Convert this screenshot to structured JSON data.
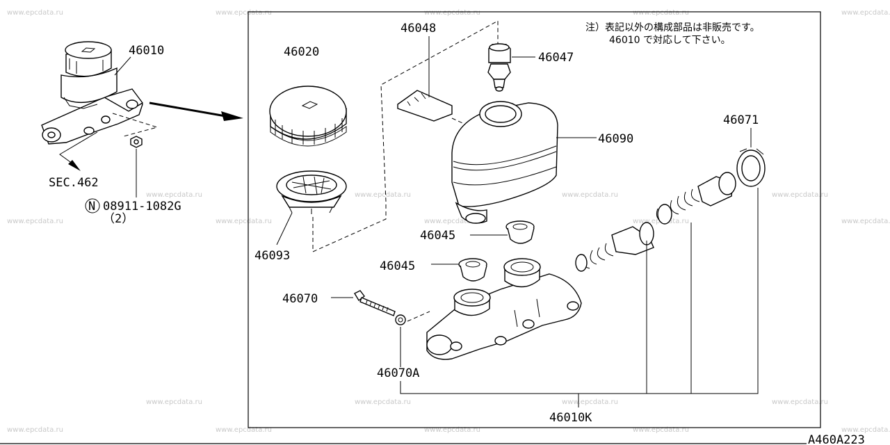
{
  "watermark": "www.epcdata.ru",
  "note": {
    "line1": "注）表記以外の構成部品は非販売です。",
    "line2": "46010 で対応して下さい。"
  },
  "labels": {
    "p46010": "46010",
    "sec": "SEC.462",
    "bolt_code": "08911-1082G",
    "bolt_prefix": "N",
    "bolt_qty": "（2）",
    "p46020": "46020",
    "p46093": "46093",
    "p46048": "46048",
    "p46047": "46047",
    "p46090": "46090",
    "p46071": "46071",
    "p46045a": "46045",
    "p46045b": "46045",
    "p46070": "46070",
    "p46070A": "46070A",
    "p46010K": "46010K"
  },
  "diagram_code": "A460A223"
}
